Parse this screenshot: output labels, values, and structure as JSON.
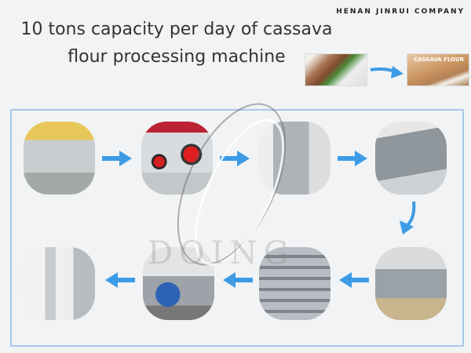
{
  "company": "HENAN JINRUI COMPANY",
  "title_line1": "10 tons capacity per day of cassava",
  "title_line2": "flour processing machine",
  "flour_label": "CASSAVA FLOUR",
  "watermark": "DOING",
  "colors": {
    "arrow": "#3d9be5",
    "frame": "#a9c7ee"
  }
}
